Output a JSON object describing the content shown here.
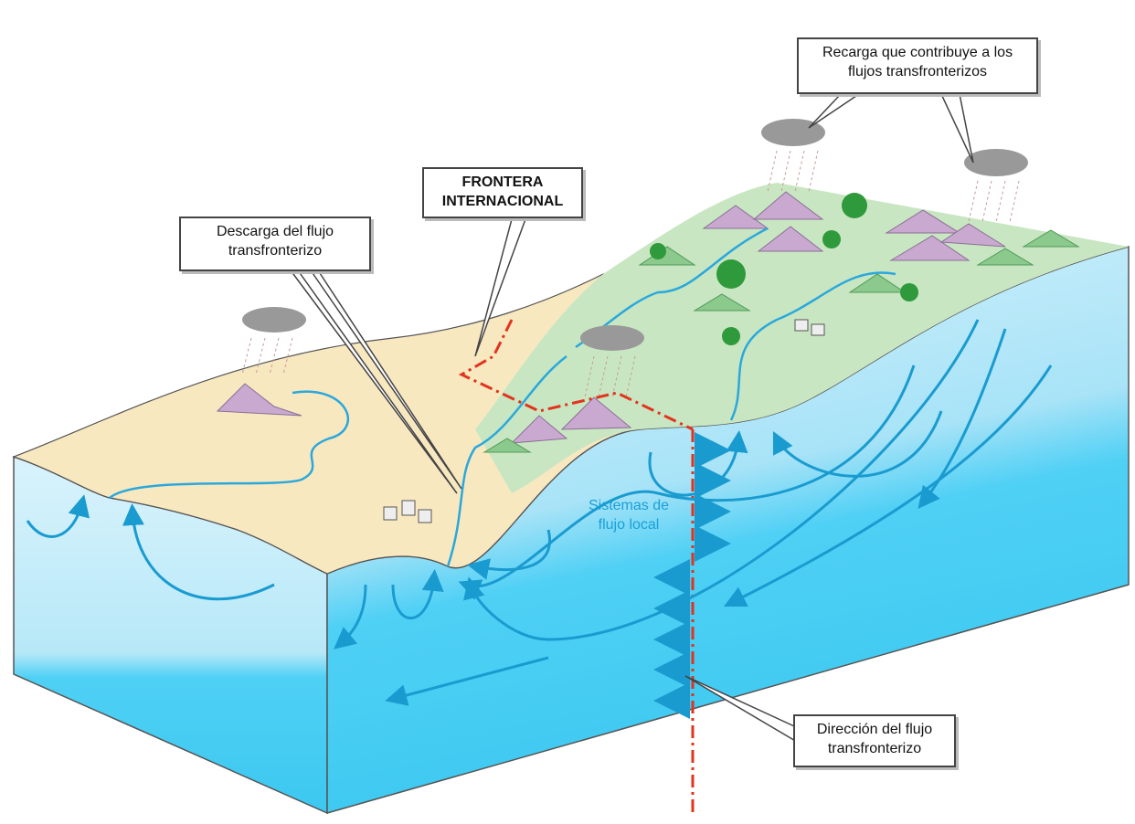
{
  "labels": {
    "recharge": "Recarga que contribuye a los flujos transfronterizos",
    "border": "FRONTERA INTERNACIONAL",
    "discharge": "Descarga del flujo transfronterizo",
    "local_flow": "Sistemas de flujo local",
    "flow_direction": "Dirección del flujo transfronterizo"
  },
  "colors": {
    "arid_surface": "#f8e8c0",
    "humid_surface": "#c9e6c2",
    "aquifer_light": "#cdeefa",
    "aquifer_mid": "#9fdff5",
    "aquifer_deep": "#4fd0f5",
    "flow_arrow": "#1a9bd0",
    "border_line": "#e2331d",
    "river": "#2aa8dc"
  }
}
